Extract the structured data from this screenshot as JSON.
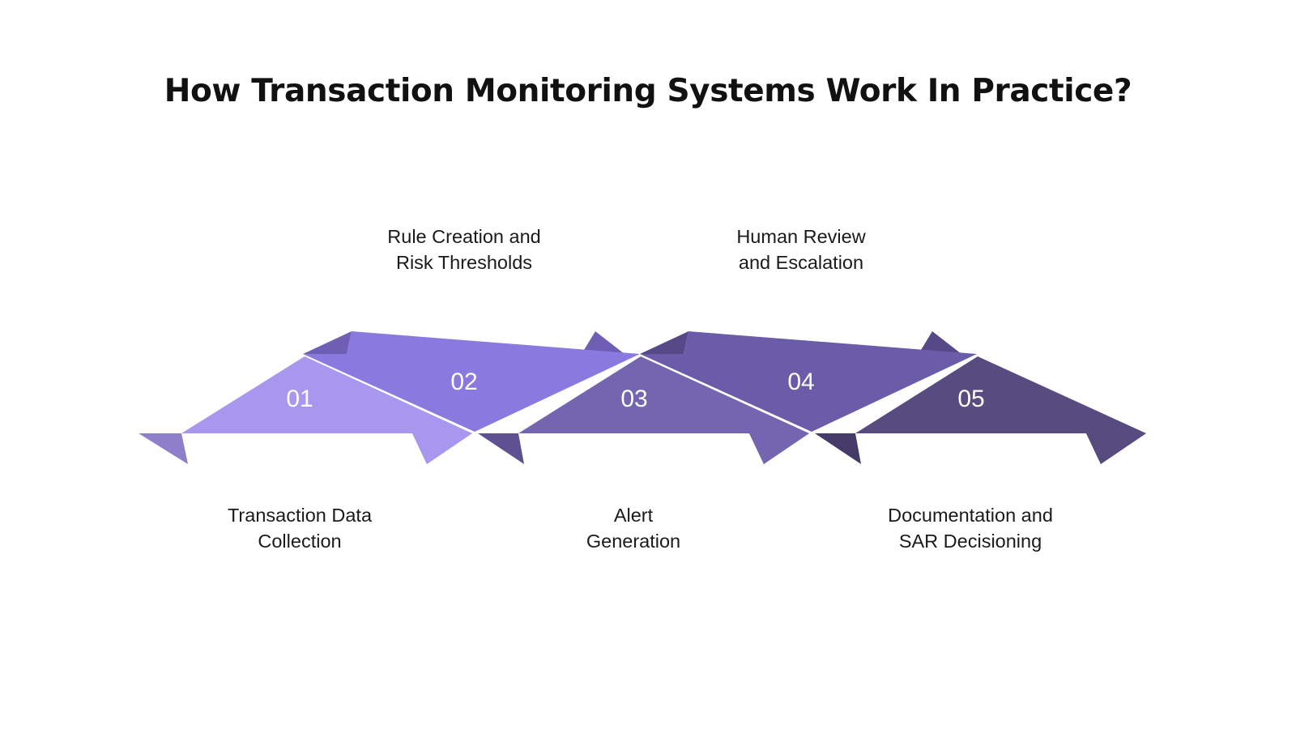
{
  "title": "How Transaction Monitoring Systems Work In Practice?",
  "background_color": "#ffffff",
  "title_color": "#111111",
  "caption_color": "#1a1a1a",
  "number_color": "#ffffff",
  "chart_data": {
    "type": "diagram",
    "diagram_style": "alternating-arrow-process-flow",
    "title": "How Transaction Monitoring Systems Work In Practice?",
    "step_count": 5,
    "steps": [
      {
        "number": "01",
        "label": "Transaction Data\nCollection",
        "label_position": "bottom",
        "row": "lower",
        "fill": "#A897EE",
        "tail_fill": "#8E7FCB",
        "direction": "right"
      },
      {
        "number": "02",
        "label": "Rule Creation and\nRisk Thresholds",
        "label_position": "top",
        "row": "upper",
        "fill": "#8A79DF",
        "tail_fill": "#6E5FB5",
        "direction": "right"
      },
      {
        "number": "03",
        "label": "Alert\nGeneration",
        "label_position": "bottom",
        "row": "lower",
        "fill": "#7465B0",
        "tail_fill": "#5E5192",
        "direction": "right"
      },
      {
        "number": "04",
        "label": "Human Review\nand Escalation",
        "label_position": "top",
        "row": "upper",
        "fill": "#6A5CA8",
        "tail_fill": "#554A87",
        "direction": "right"
      },
      {
        "number": "05",
        "label": "Documentation and\nSAR Decisioning",
        "label_position": "bottom",
        "row": "lower",
        "fill": "#574B80",
        "tail_fill": "#453B68",
        "direction": "right"
      }
    ]
  },
  "captions": {
    "step1": "Transaction Data\nCollection",
    "step2": "Rule Creation and\nRisk Thresholds",
    "step3": "Alert\nGeneration",
    "step4": "Human Review\nand Escalation",
    "step5": "Documentation and\nSAR Decisioning"
  },
  "numbers": {
    "step1": "01",
    "step2": "02",
    "step3": "03",
    "step4": "04",
    "step5": "05"
  }
}
